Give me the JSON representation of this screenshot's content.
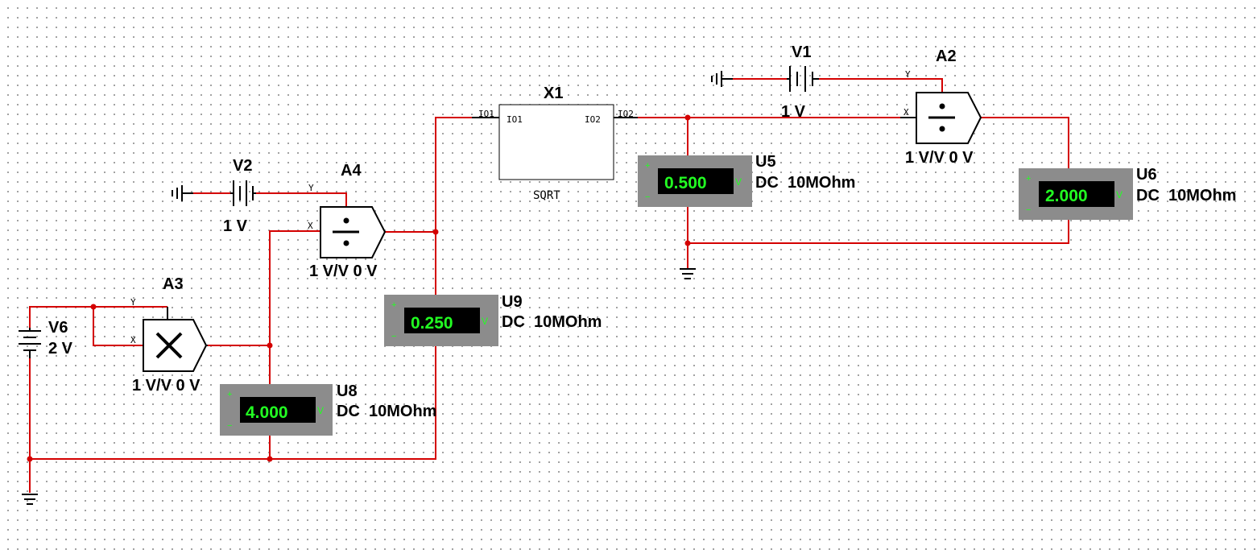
{
  "components": {
    "x1": {
      "ref": "X1",
      "in_pin": "IO1",
      "out_pin": "IO2",
      "in_label": "IO1",
      "out_label": "IO2",
      "name": "SQRT"
    },
    "v1": {
      "ref": "V1",
      "value": "1 V"
    },
    "v2": {
      "ref": "V2",
      "value": "1 V"
    },
    "v6": {
      "ref": "V6",
      "value": "2 V"
    },
    "a2": {
      "ref": "A2",
      "gain": "1 V/V 0 V",
      "pin_x": "X",
      "pin_y": "Y"
    },
    "a3": {
      "ref": "A3",
      "gain": "1 V/V 0 V",
      "pin_x": "X",
      "pin_y": "Y"
    },
    "a4": {
      "ref": "A4",
      "gain": "1 V/V 0 V",
      "pin_x": "X",
      "pin_y": "Y"
    }
  },
  "meters": {
    "u5": {
      "ref": "U5",
      "reading": "0.500",
      "mode": "DC  10MOhm",
      "plus": "+",
      "minus": "−",
      "unit": "V"
    },
    "u6": {
      "ref": "U6",
      "reading": "2.000",
      "mode": "DC  10MOhm",
      "plus": "+",
      "minus": "−",
      "unit": "V"
    },
    "u8": {
      "ref": "U8",
      "reading": "4.000",
      "mode": "DC  10MOhm",
      "plus": "+",
      "minus": "−",
      "unit": "V"
    },
    "u9": {
      "ref": "U9",
      "reading": "0.250",
      "mode": "DC  10MOhm",
      "plus": "+",
      "minus": "−",
      "unit": "V"
    }
  },
  "colors": {
    "wire": "#d40000",
    "meter_body": "#8c8c8c",
    "meter_digits": "#22ff22",
    "grid_dots": "#8a8a8a"
  }
}
